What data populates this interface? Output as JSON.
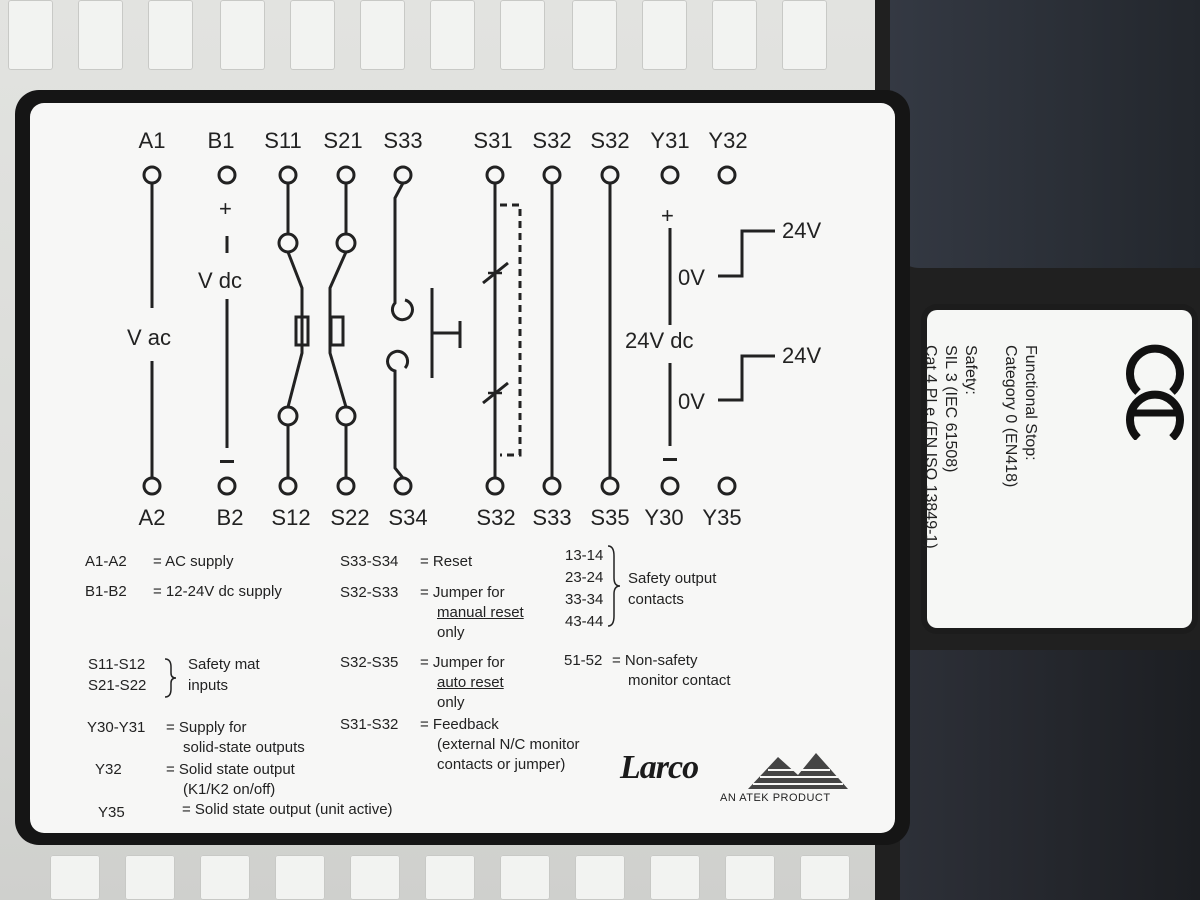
{
  "terminals_top": [
    "A1",
    "B1",
    "S11",
    "S21",
    "S33",
    "S31",
    "S32",
    "S32",
    "Y31",
    "Y32"
  ],
  "terminals_bottom": [
    "A2",
    "B2",
    "S12",
    "S22",
    "S34",
    "S32",
    "S33",
    "S35",
    "Y30",
    "Y35"
  ],
  "diagram": {
    "v_ac": "V ac",
    "v_dc": "V dc",
    "plus": "+",
    "minus": "−",
    "dc_label": "24V dc",
    "out_high_1": "24V",
    "out_low_1": "0V",
    "out_high_2": "24V",
    "out_low_2": "0V"
  },
  "legend": {
    "col1": [
      {
        "key": "A1-A2",
        "desc": "= AC supply"
      },
      {
        "key": "B1-B2",
        "desc": "= 12-24V dc supply"
      }
    ],
    "mat_keys": [
      "S11-S12",
      "S21-S22"
    ],
    "mat_desc": [
      "Safety mat",
      "inputs"
    ],
    "y30_key": "Y30-Y31",
    "y30_desc": [
      "= Supply for",
      "solid-state outputs"
    ],
    "y32_key": "Y32",
    "y32_desc": [
      "= Solid state output",
      "(K1/K2 on/off)"
    ],
    "y35_key": "Y35",
    "y35_desc": "= Solid state output (unit active)",
    "reset_key": "S33-S34",
    "reset_desc": "= Reset",
    "manual_key": "S32-S33",
    "manual_desc": [
      "= Jumper for",
      "manual reset",
      "only"
    ],
    "auto_key": "S32-S35",
    "auto_desc": [
      "= Jumper for",
      "auto reset",
      "only"
    ],
    "feedback_key": "S31-S32",
    "feedback_desc": [
      "= Feedback",
      "(external N/C monitor",
      "contacts or jumper)"
    ],
    "safety_contacts": [
      "13-14",
      "23-24",
      "33-34",
      "43-44"
    ],
    "safety_desc": [
      "Safety output",
      "contacts"
    ],
    "nonsafety_key": "51-52",
    "nonsafety_desc": [
      "= Non-safety",
      "monitor contact"
    ]
  },
  "brand": {
    "logo": "Larco",
    "sub": "AN ATEK PRODUCT"
  },
  "side_label": {
    "mark": "CE",
    "lines": [
      "Functional Stop:",
      "Category 0 (EN418)",
      "",
      "Safety:",
      "SIL 3 (IEC 61508)",
      "Cat 4 PLe (EN ISO 13849-1)"
    ]
  }
}
